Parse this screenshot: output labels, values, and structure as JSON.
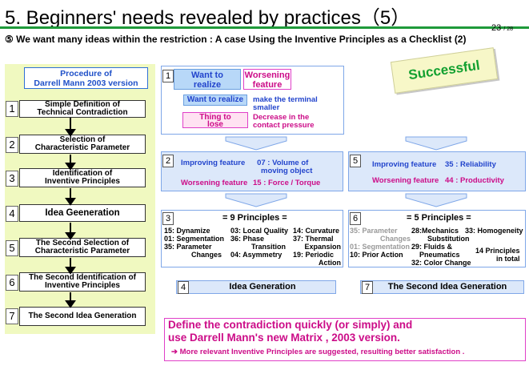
{
  "title": "5. Beginners' needs revealed by practices（5）",
  "page": {
    "current": "23",
    "total": "/ 28"
  },
  "subtitle": "⑤ We want many ideas within the restriction : A case Using the Inventive Principles as a Checklist (2)",
  "badge": "Successful",
  "procedure": {
    "title_line1": "Procedure of",
    "title_line2": "Darrell Mann 2003 version",
    "steps": [
      {
        "num": "1",
        "line1": "Simple Definition of",
        "line2": "Technical Contradiction"
      },
      {
        "num": "2",
        "line1": "Selection of",
        "line2": "Characteristic Parameter"
      },
      {
        "num": "3",
        "line1": "Identification of",
        "line2": "Inventive Principles"
      },
      {
        "num": "4",
        "line1": "Idea Geeneration",
        "line2": ""
      },
      {
        "num": "5",
        "line1": "The Second Selection of",
        "line2": "Characteristic Parameter"
      },
      {
        "num": "6",
        "line1": "The Second Identification of",
        "line2": "Inventive Principles"
      },
      {
        "num": "7",
        "line1": "The Second Idea Generation",
        "line2": ""
      }
    ]
  },
  "box1": {
    "num": "1",
    "want_line1": "Want to",
    "want_line2": "realize",
    "worsen_line1": "Worsening",
    "worsen_line2": "feature",
    "want_label": "Want to realize",
    "want_text_line1": "make the terminal",
    "want_text_line2": "smaller",
    "lose_line1": "Thing to",
    "lose_line2": "lose",
    "lose_text_line1": "Decrease in the",
    "lose_text_line2": "contact  pressure"
  },
  "box2": {
    "num": "2",
    "improving_label": "Improving feature",
    "improving_value_line1": "07 : Volume of",
    "improving_value_line2": "moving object",
    "worsening_label": "Worsening feature",
    "worsening_value": "15 : Force / Torque"
  },
  "box5": {
    "num": "5",
    "improving_label": "Improving feature",
    "improving_value": "35 : Reliability",
    "worsening_label": "Worsening feature",
    "worsening_value": "44 : Productivity"
  },
  "box3": {
    "num": "3",
    "header": "= 9 Principles =",
    "col1": [
      "15: Dynamize",
      "01: Segmentation",
      "35: Parameter",
      "Changes"
    ],
    "col2": [
      "03: Local Quality",
      "36: Phase",
      "Transition",
      "04: Asymmetry"
    ],
    "col3": [
      "14: Curvature",
      "37: Thermal",
      "Expansion",
      "19: Periodic",
      "Action"
    ]
  },
  "box6": {
    "num": "6",
    "header": "= 5 Principles =",
    "col1_gray": [
      "35: Parameter",
      "Changes",
      "01: Segmentation"
    ],
    "col1_black": "10: Prior Action",
    "col2": [
      "28:Mechanics",
      "Substitution",
      "29: Fluids &",
      "Pneumatics",
      "32: Color Change"
    ],
    "col3": [
      "33: Homogeneity"
    ],
    "total_line1": "14 Principles",
    "total_line2": "in total"
  },
  "box4": {
    "num": "4",
    "label": "Idea Generation"
  },
  "box7": {
    "num": "7",
    "label": "The Second Idea Generation"
  },
  "conclusion": {
    "line1": "Define the contradiction quickly (or simply) and",
    "line2": "use Darrell Mann's new Matrix , 2003 version.",
    "note": "➔  More relevant Inventive Principles are suggested, resulting better satisfaction ."
  },
  "colors": {
    "blue_text": "#2244cc",
    "pink_text": "#cc0c88",
    "green_text": "#12a030",
    "panel_bg": "#f0f9c0",
    "box_fill": "#dce8fa"
  }
}
